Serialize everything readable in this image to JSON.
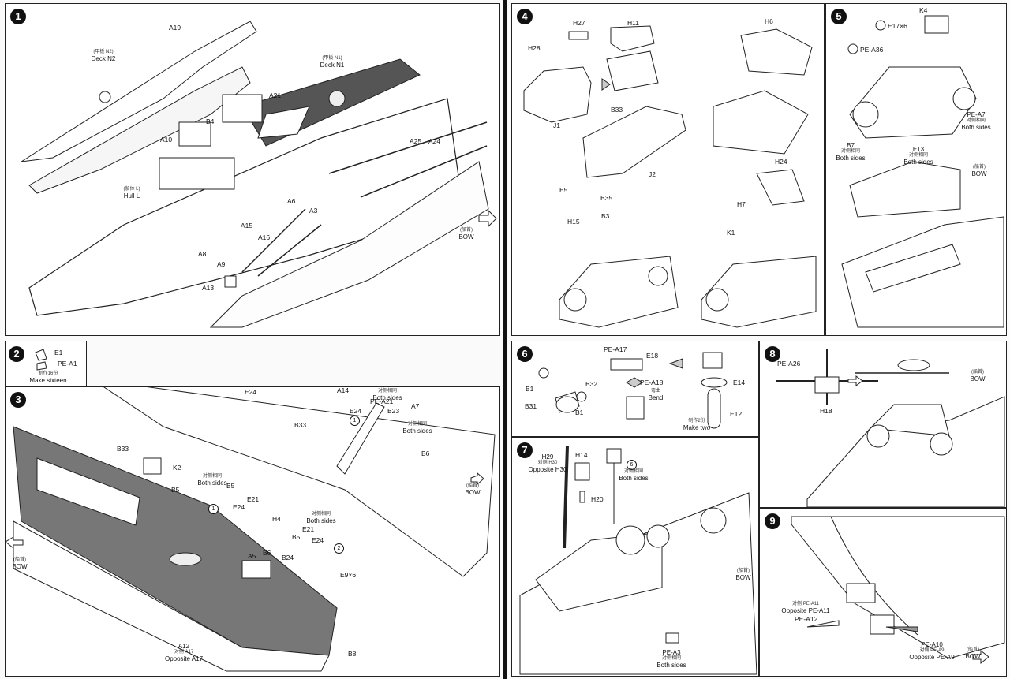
{
  "steps": {
    "s1": "1",
    "s2": "2",
    "s3": "3",
    "s4": "4",
    "s5": "5",
    "s6": "6",
    "s7": "7",
    "s8": "8",
    "s9": "9"
  },
  "p1": {
    "A19": "A19",
    "deckN2_cn": "(甲板 N2)",
    "deckN2": "Deck N2",
    "deckN1_cn": "(甲板 N1)",
    "deckN1": "Deck N1",
    "A21": "A21",
    "A10": "A10",
    "B4": "B4",
    "A25": "A25",
    "A24": "A24",
    "hull_cn": "(船体 L)",
    "hull": "Hull L",
    "A6": "A6",
    "A3": "A3",
    "A15": "A15",
    "A16": "A16",
    "A8": "A8",
    "A9": "A9",
    "A13": "A13",
    "bow_cn": "(船首)",
    "bow": "BOW"
  },
  "p2": {
    "E1": "E1",
    "PEA1": "PE-A1",
    "make_cn": "制作16份",
    "make": "Make sixteen"
  },
  "p3": {
    "E24a": "E24",
    "A14": "A14",
    "both1_cn": "对侧相同",
    "both1": "Both sides",
    "PEA21": "PE-A21",
    "E24b": "E24",
    "B23": "B23",
    "A7": "A7",
    "both2_cn": "对侧相同",
    "both2": "Both sides",
    "B33a": "B33",
    "B6a": "B6",
    "bowR_cn": "(船首)",
    "bowR": "BOW",
    "B33b": "B33",
    "K2": "K2",
    "B5a": "B5",
    "both3_cn": "对侧相同",
    "both3": "Both sides",
    "B5b": "B5",
    "E24c": "E24",
    "E21a": "E21",
    "H4": "H4",
    "E21b": "E21",
    "both4_cn": "对侧相同",
    "both4": "Both sides",
    "B6b": "B6",
    "A5": "A5",
    "B5c": "B5",
    "B24": "B24",
    "E24d": "E24",
    "E9": "E9×6",
    "bowL_cn": "(船首)",
    "bowL": "BOW",
    "A12": "A12",
    "opp_cn": "对侧 A17",
    "opp": "Opposite A17",
    "B8": "B8",
    "c1": "1",
    "c2": "2"
  },
  "p4": {
    "H27": "H27",
    "H11": "H11",
    "H6": "H6",
    "H28": "H28",
    "J1": "J1",
    "B33": "B33",
    "J2": "J2",
    "E5": "E5",
    "H24": "H24",
    "B35": "B35",
    "H15": "H15",
    "B3": "B3",
    "H7": "H7",
    "K1": "K1"
  },
  "p5": {
    "K4": "K4",
    "E17": "E17×6",
    "PEA36": "PE-A36",
    "PEA7": "PE-A7",
    "both1_cn": "对侧相同",
    "both1": "Both sides",
    "B7": "B7",
    "both2_cn": "对侧相同",
    "both2": "Both sides",
    "E13": "E13",
    "both3_cn": "对侧相同",
    "both3": "Both sides",
    "bow_cn": "(船首)",
    "bow": "BOW"
  },
  "p6": {
    "PEA17": "PE-A17",
    "E18": "E18",
    "PEA18": "PE-A18",
    "bend_cn": "弯曲",
    "bend": "Bend",
    "B1a": "B1",
    "B32": "B32",
    "B31": "B31",
    "B1b": "B1",
    "E14": "E14",
    "E12": "E12",
    "make_cn": "制作2份",
    "make": "Make two"
  },
  "p7": {
    "H29": "H29",
    "opp_cn": "对侧 H30",
    "opp": "Opposite H30",
    "H14": "H14",
    "H20": "H20",
    "both1_cn": "对侧相同",
    "both1": "Both sides",
    "PEA3": "PE-A3",
    "both2_cn": "对侧相同",
    "both2": "Both sides",
    "bow_cn": "(船首)",
    "bow": "BOW",
    "c6": "6"
  },
  "p8": {
    "PEA26": "PE-A26",
    "H18": "H18",
    "bow_cn": "(船首)",
    "bow": "BOW"
  },
  "p9": {
    "PEA11_cn": "对侧 PE-A11",
    "PEA11": "Opposite PE-A11",
    "PEA12": "PE-A12",
    "PEA10": "PE-A10",
    "PEA9_cn": "对侧 PE-A9",
    "PEA9": "Opposite PE-A9",
    "bow_cn": "(船首)",
    "bow": "BOW"
  }
}
